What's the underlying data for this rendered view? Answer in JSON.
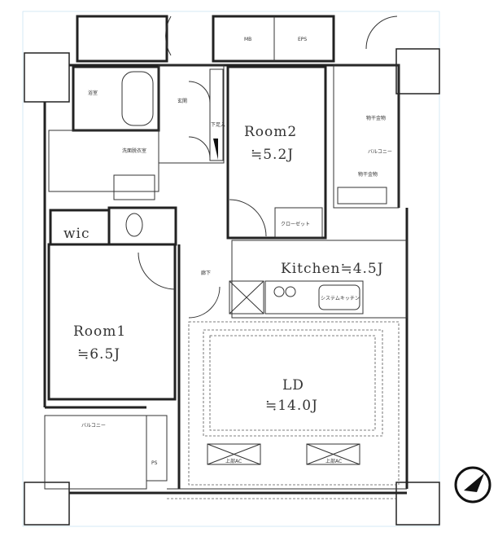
{
  "rooms": {
    "room2": {
      "name": "Room2",
      "size": "≒5.2J"
    },
    "room1": {
      "name": "Room1",
      "size": "≒6.5J"
    },
    "kitchen": {
      "name": "Kitchen≒4.5J"
    },
    "ld": {
      "name": "LD",
      "size": "≒14.0J"
    },
    "wic": {
      "name": "wic"
    }
  },
  "labels": {
    "bath": "浴室",
    "washroom": "洗面脱衣室",
    "entrance": "玄関",
    "shoe_cabinet": "下足入",
    "hallway": "廊下",
    "balcony_right": "バルコニー",
    "balcony_bottom": "バルコニー",
    "laundry_bar_1": "物干金物",
    "laundry_bar_2": "物干金物",
    "closet": "クローゼット",
    "system_kitchen": "システムキッチン",
    "ac_1": "上部AC",
    "ac_2": "上部AC",
    "mb": "MB",
    "eps": "EPS",
    "ps": "PS"
  }
}
